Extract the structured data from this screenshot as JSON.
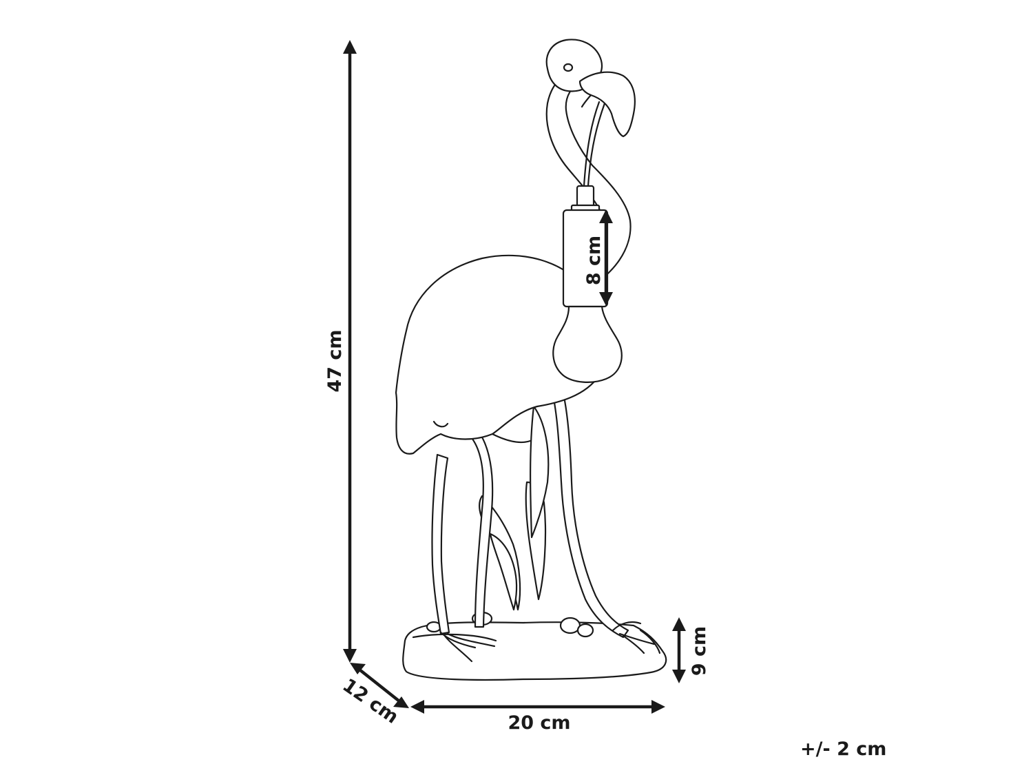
{
  "dimensions": {
    "height_total": "47 cm",
    "bulb_holder": "8 cm",
    "base_height": "9 cm",
    "depth": "12 cm",
    "width": "20 cm"
  },
  "tolerance": "+/- 2 cm",
  "icons": {
    "product": "flamingo-lamp-icon"
  },
  "colors": {
    "line": "#1a1a1a",
    "background": "#ffffff"
  }
}
